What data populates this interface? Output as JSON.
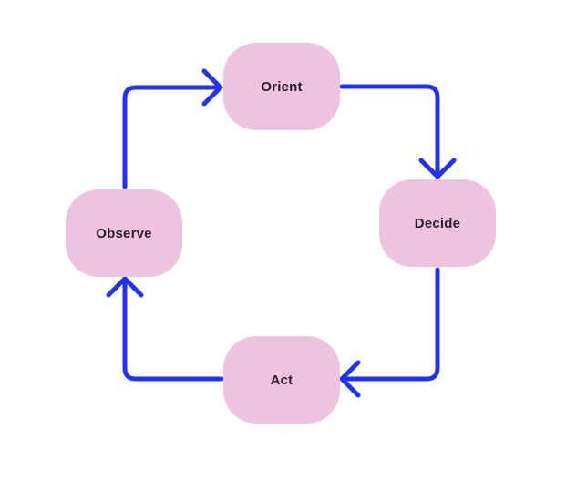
{
  "colors": {
    "node_fill": "#efc3df",
    "node_text": "#2a1f26",
    "arrow": "#2233ee",
    "background": "#ffffff"
  },
  "nodes": {
    "orient": {
      "label": "Orient"
    },
    "decide": {
      "label": "Decide"
    },
    "act": {
      "label": "Act"
    },
    "observe": {
      "label": "Observe"
    }
  },
  "edges": [
    {
      "from": "observe",
      "to": "orient"
    },
    {
      "from": "orient",
      "to": "decide"
    },
    {
      "from": "decide",
      "to": "act"
    },
    {
      "from": "act",
      "to": "observe"
    }
  ]
}
